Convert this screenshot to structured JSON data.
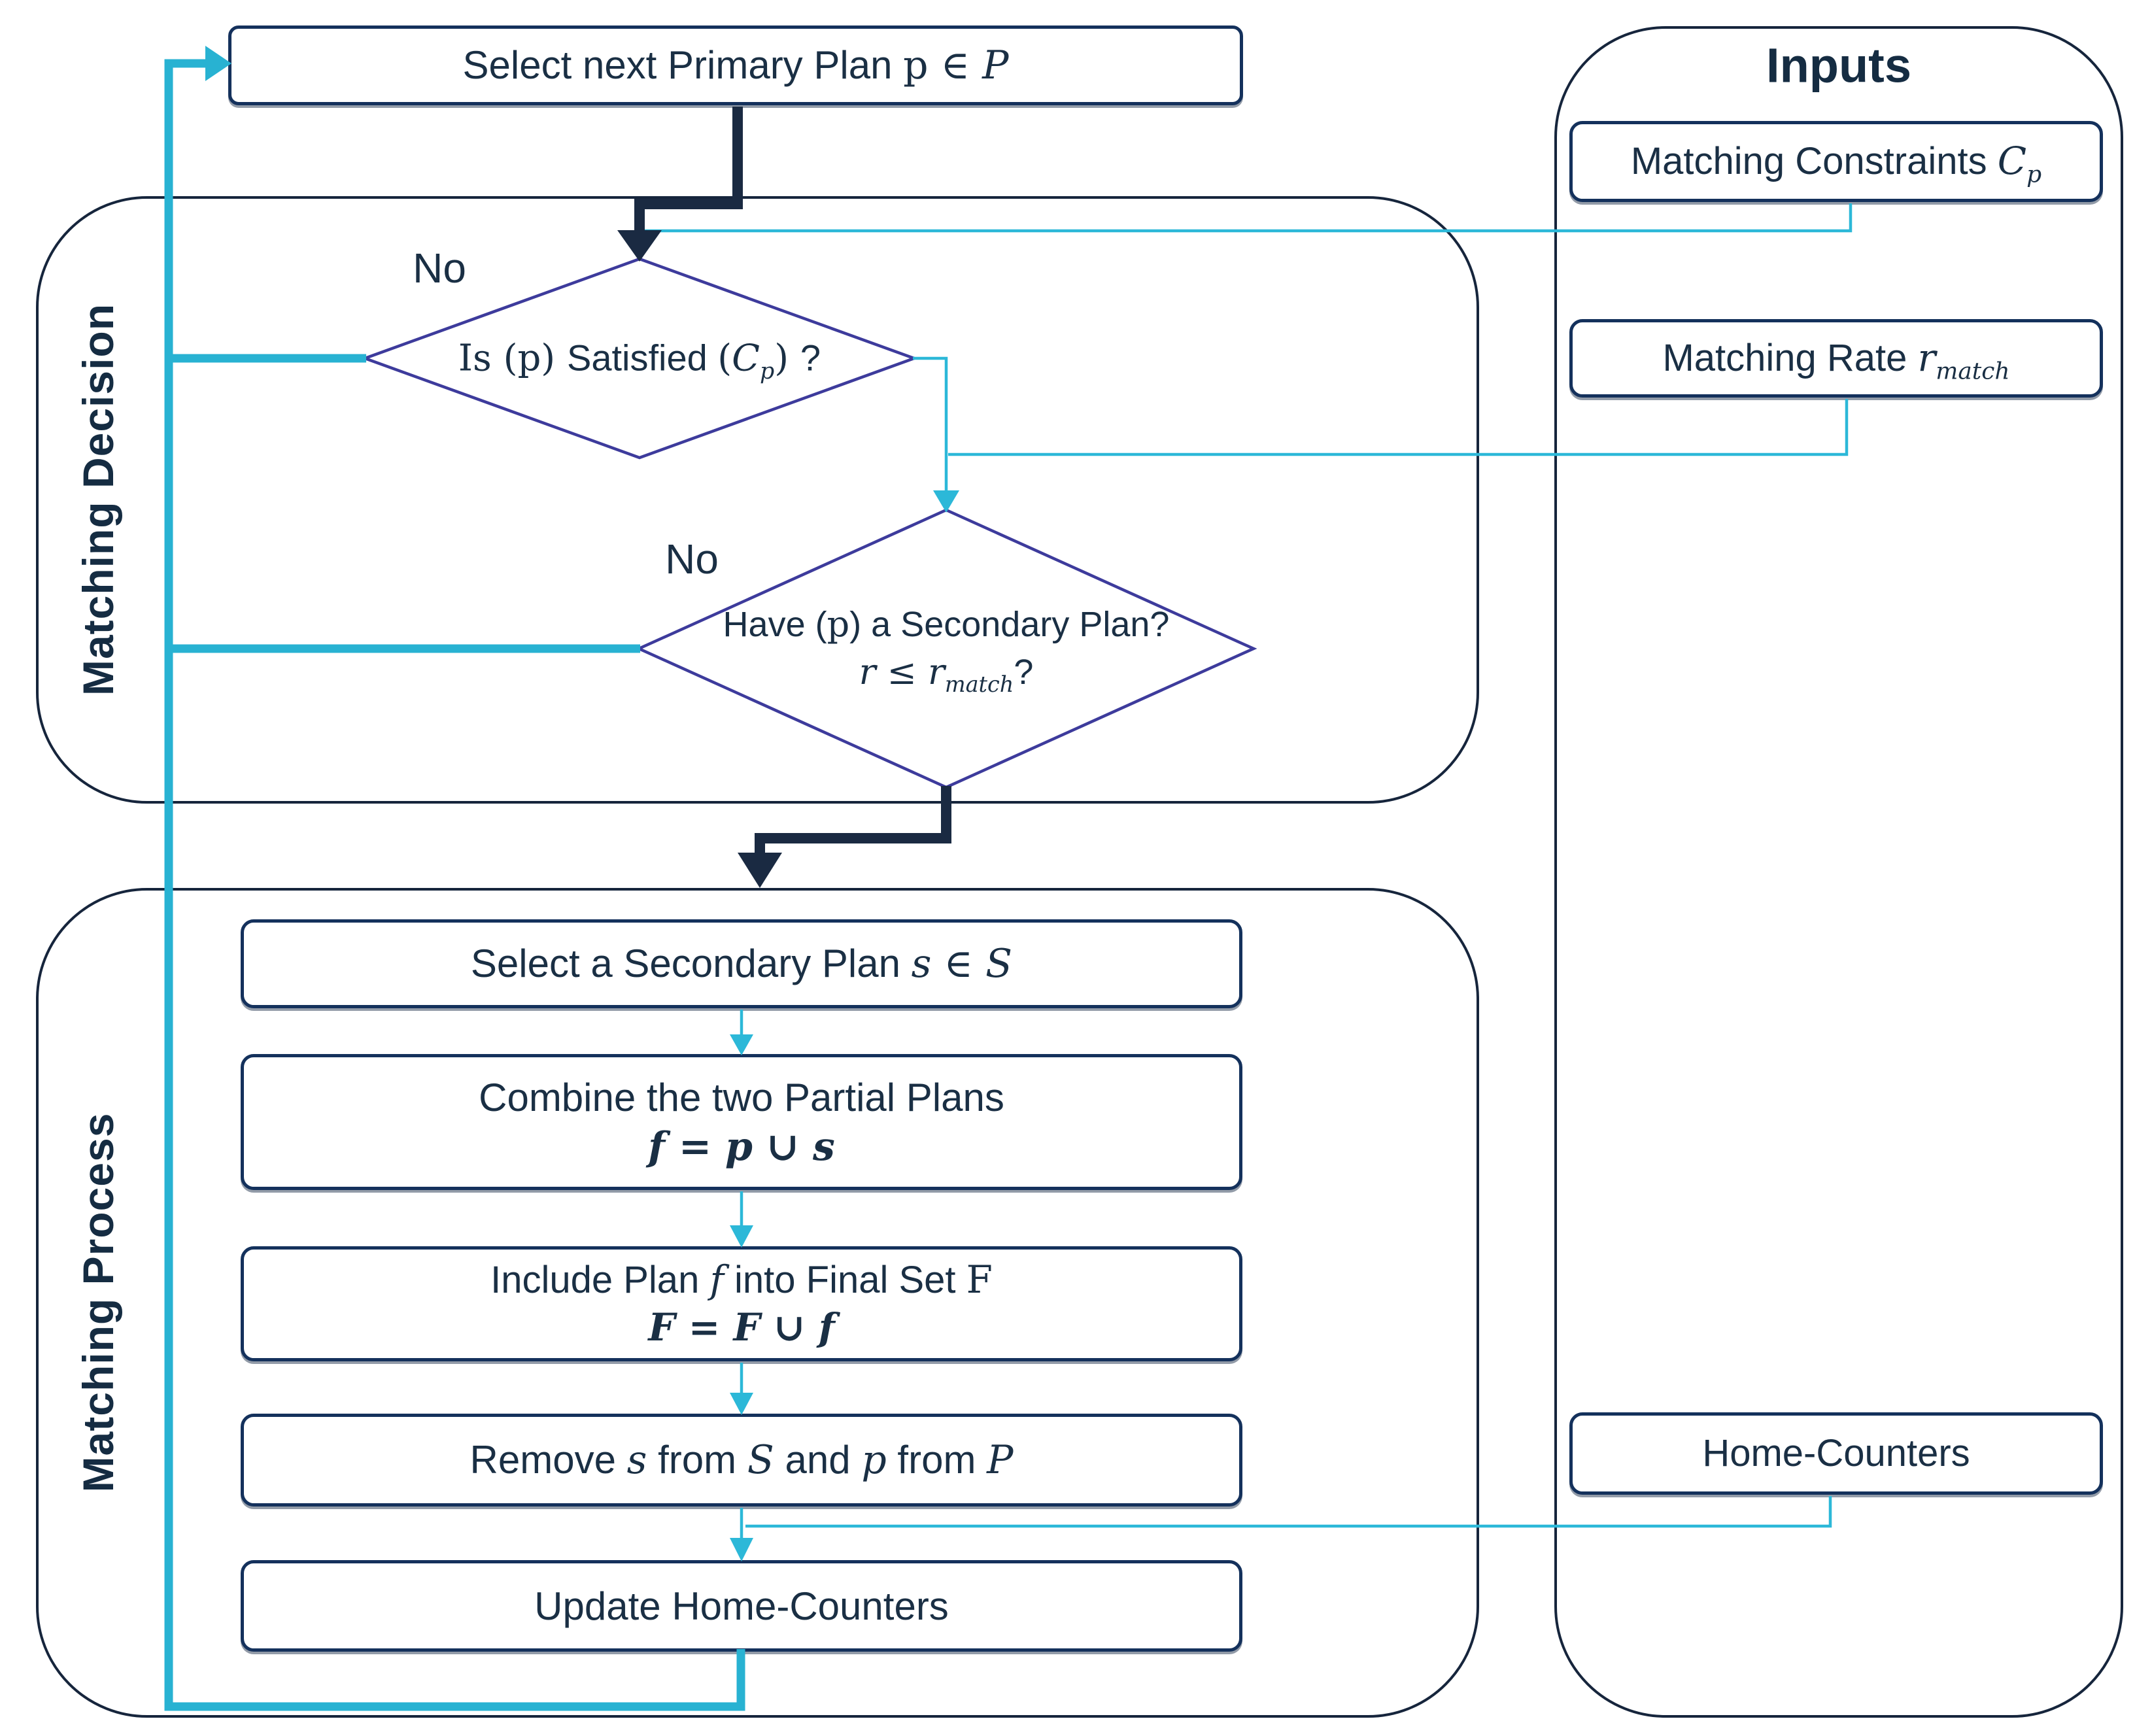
{
  "palette": {
    "dark_navy": "#1a2a42",
    "box_border": "#14315c",
    "container_border": "#16253c",
    "cyan_thick": "#28b2d2",
    "cyan_thin": "#2cb8d8",
    "diamond_border": "#3d3b9c",
    "text": "#1a2f44"
  },
  "top_box": {
    "segments": [
      {
        "t": "Select next Primary Plan ",
        "s": "plain"
      },
      {
        "t": "p",
        "s": "rm"
      },
      {
        "t": " ∈ ",
        "s": "rm"
      },
      {
        "t": "P",
        "s": "it"
      }
    ]
  },
  "decision": {
    "label": "Matching Decision",
    "no1": "No",
    "no2": "No",
    "diamond1": {
      "segments": [
        {
          "t": "Is (",
          "s": "rm"
        },
        {
          "t": "p",
          "s": "rm"
        },
        {
          "t": ") ",
          "s": "rm"
        },
        {
          "t": "Satisfied ",
          "s": "plain"
        },
        {
          "t": "(",
          "s": "rm"
        },
        {
          "t": "C",
          "s": "it"
        },
        {
          "t": "p",
          "s": "it",
          "sub": true
        },
        {
          "t": ") ",
          "s": "rm"
        },
        {
          "t": "?",
          "s": "plain"
        }
      ]
    },
    "diamond2": {
      "line1": [
        {
          "t": "Have (",
          "s": "plain"
        },
        {
          "t": "p",
          "s": "rm"
        },
        {
          "t": ") a Secondary Plan?",
          "s": "plain"
        }
      ],
      "line2": [
        {
          "t": "r",
          "s": "it"
        },
        {
          "t": " ≤ ",
          "s": "rm"
        },
        {
          "t": "r",
          "s": "it"
        },
        {
          "t": "match",
          "s": "it",
          "sub": true
        },
        {
          "t": "?",
          "s": "plain"
        }
      ]
    }
  },
  "process": {
    "label": "Matching Process",
    "select_box": [
      {
        "t": "Select a Secondary Plan ",
        "s": "plain"
      },
      {
        "t": "s",
        "s": "it"
      },
      {
        "t": " ∈ ",
        "s": "rm"
      },
      {
        "t": "S",
        "s": "it"
      }
    ],
    "combine_line1": [
      {
        "t": "Combine the two Partial Plans",
        "s": "plain"
      }
    ],
    "combine_line2": [
      {
        "t": "f",
        "s": "bi"
      },
      {
        "t": " = ",
        "s": "rb"
      },
      {
        "t": "p",
        "s": "bi"
      },
      {
        "t": " ∪ ",
        "s": "rb"
      },
      {
        "t": "s",
        "s": "bi"
      }
    ],
    "include_line1": [
      {
        "t": "Include Plan ",
        "s": "plain"
      },
      {
        "t": "f",
        "s": "it"
      },
      {
        "t": " into Final Set ",
        "s": "plain"
      },
      {
        "t": "F",
        "s": "rm"
      }
    ],
    "include_line2": [
      {
        "t": "F",
        "s": "bi"
      },
      {
        "t": " = ",
        "s": "rb"
      },
      {
        "t": "F",
        "s": "bi"
      },
      {
        "t": " ∪ ",
        "s": "rb"
      },
      {
        "t": "f",
        "s": "bi"
      }
    ],
    "remove_box": [
      {
        "t": "Remove ",
        "s": "plain"
      },
      {
        "t": "s",
        "s": "it"
      },
      {
        "t": " from ",
        "s": "plain"
      },
      {
        "t": "S",
        "s": "it"
      },
      {
        "t": " and ",
        "s": "plain"
      },
      {
        "t": "p",
        "s": "it"
      },
      {
        "t": " from ",
        "s": "plain"
      },
      {
        "t": "P",
        "s": "it"
      }
    ],
    "update_box_label": "Update Home-Counters"
  },
  "inputs": {
    "title": "Inputs",
    "constraints_box": [
      {
        "t": "Matching Constraints ",
        "s": "plain"
      },
      {
        "t": "C",
        "s": "it"
      },
      {
        "t": "p",
        "s": "it",
        "sub": true
      }
    ],
    "rate_box": [
      {
        "t": "Matching Rate ",
        "s": "plain"
      },
      {
        "t": "r",
        "s": "it"
      },
      {
        "t": "match",
        "s": "it",
        "sub": true
      }
    ],
    "home_counters_label": "Home-Counters"
  }
}
